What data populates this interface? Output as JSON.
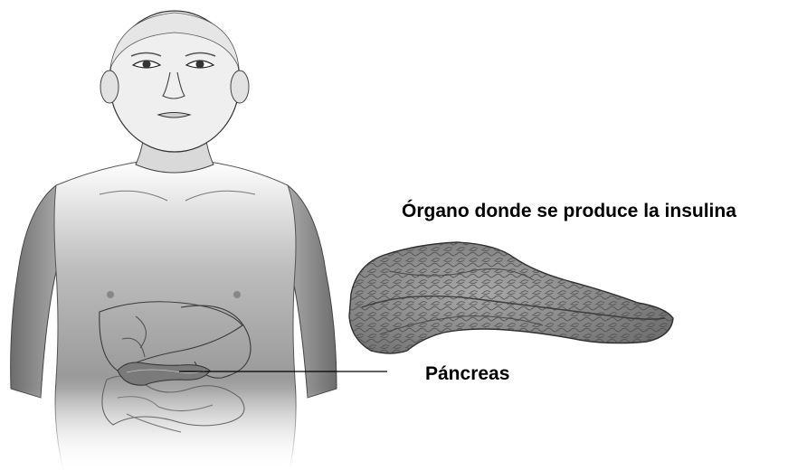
{
  "labels": {
    "title": "Órgano donde se produce la insulina",
    "pancreas": "Páncreas"
  },
  "colors": {
    "background": "#ffffff",
    "skin_shading": "#8a8a8a",
    "outline": "#3a3a3a",
    "pancreas_fill": "#8c8c8c",
    "leader_line": "#000000"
  },
  "icons": {
    "body": "child-torso-illustration",
    "pancreas": "pancreas-organ-illustration"
  }
}
